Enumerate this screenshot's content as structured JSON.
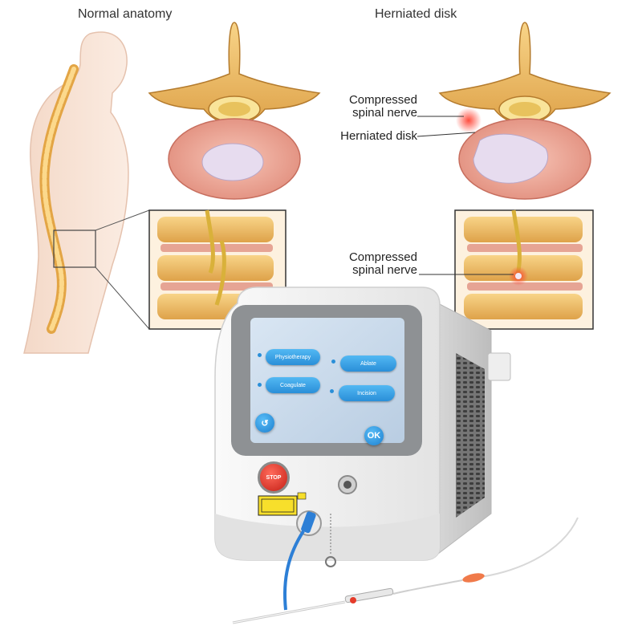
{
  "headings": {
    "normal": "Normal anatomy",
    "herniated": "Herniated disk"
  },
  "callouts": {
    "compressed_line1": "Compressed",
    "compressed_line2": "spinal nerve",
    "herniated_disk": "Herniated disk",
    "compressed2_line1": "Compressed",
    "compressed2_line2": "spinal nerve"
  },
  "device": {
    "menu": {
      "physiotherapy": "Physiotherapy",
      "ablate": "Ablate",
      "coagulate": "Coagulate",
      "incision": "Incision"
    },
    "back_symbol": "↺",
    "ok_label": "OK",
    "stop_label": "STOP"
  },
  "colors": {
    "bone": "#f2c36b",
    "disk_ring": "#e69787",
    "nucleus": "#e7dcef",
    "accent_blue": "#2a8fd8",
    "stop_red": "#d8281e"
  }
}
